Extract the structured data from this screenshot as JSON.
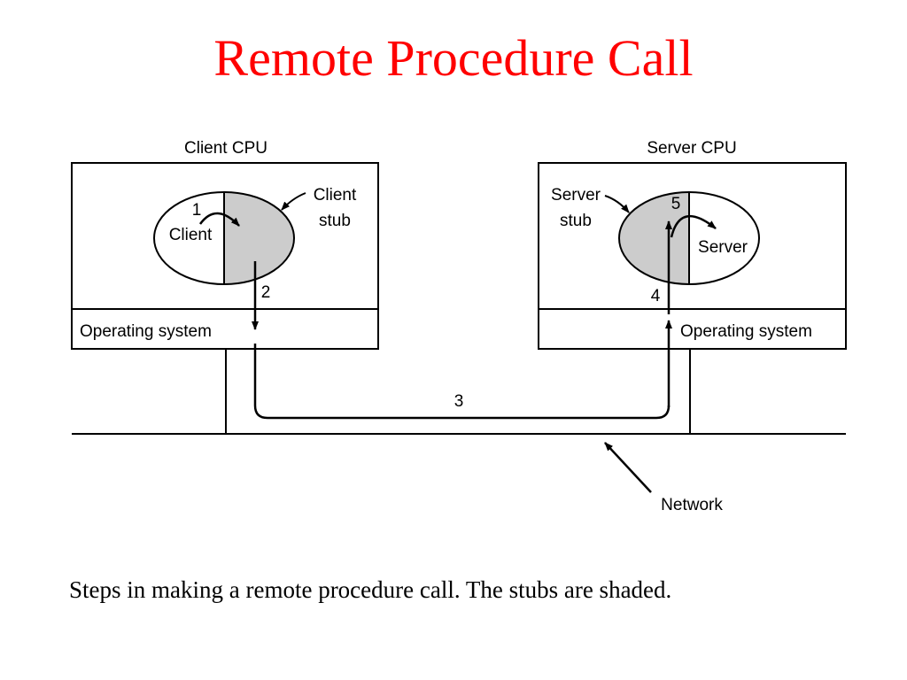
{
  "slide": {
    "title": "Remote Procedure Call",
    "caption": "Steps in making a remote procedure call.  The stubs are shaded."
  },
  "diagram": {
    "client_cpu_label": "Client CPU",
    "server_cpu_label": "Server CPU",
    "client_label": "Client",
    "client_stub_label": [
      "Client",
      "stub"
    ],
    "server_label": "Server",
    "server_stub_label": [
      "Server",
      "stub"
    ],
    "client_os_label": "Operating system",
    "server_os_label": "Operating system",
    "network_label": "Network",
    "steps": [
      "1",
      "2",
      "3",
      "4",
      "5"
    ],
    "stub_fill_color": "#cccccc"
  }
}
